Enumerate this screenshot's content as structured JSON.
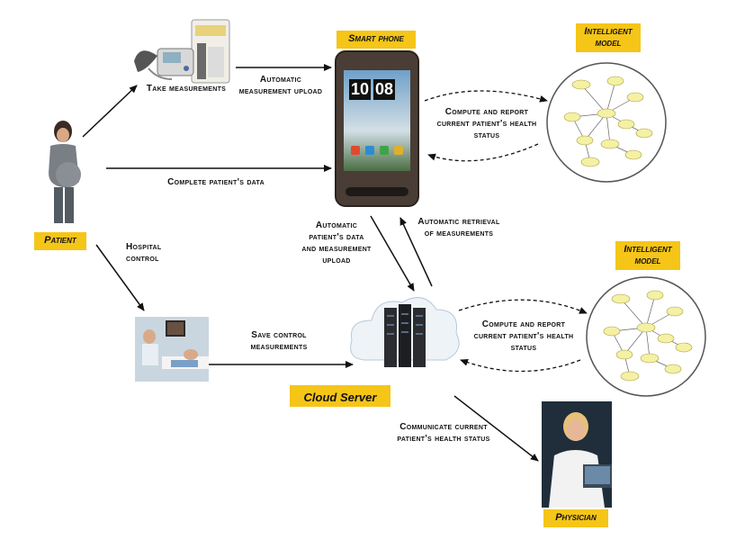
{
  "badges": {
    "smart_phone": "Smart phone",
    "intelligent_model_top": "Intelligent model",
    "intelligent_model_bottom": "Intelligent model",
    "patient": "Patient",
    "cloud_server": "Cloud Server",
    "physician": "Physician"
  },
  "labels": {
    "take_measurements": "Take measurements",
    "automatic_measurement_upload": "Automatic measurement upload",
    "compute_report_top": "Compute and report current patient's health status",
    "complete_patient_data": "Complete patient's data",
    "hospital_control": "Hospital control",
    "automatic_patient_data_upload": "Automatic patient's data and measurement upload",
    "automatic_retrieval": "Automatic retrieval of measurements",
    "compute_report_bottom": "Compute and report current patient's health status",
    "save_control": "Save control measurements",
    "communicate_status": "Communicate current patient's health status"
  },
  "phone": {
    "clock_hour": "10",
    "clock_min": "08"
  }
}
